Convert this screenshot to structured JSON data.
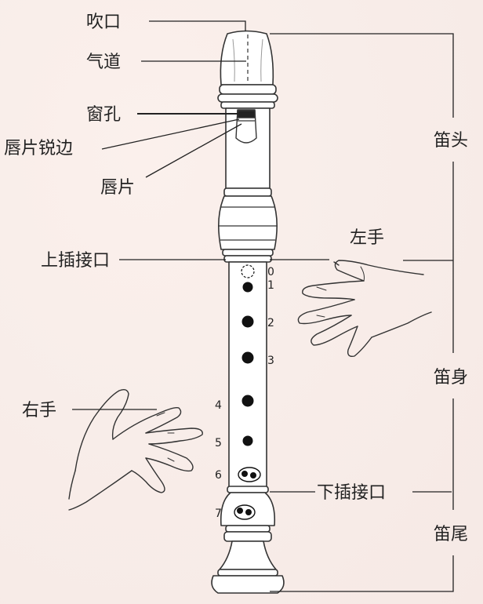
{
  "labels": {
    "mouthpiece": "吹口",
    "windway": "气道",
    "window": "窗孔",
    "labium_edge": "唇片锐边",
    "labium": "唇片",
    "upper_joint": "上插接口",
    "lower_joint": "下插接口",
    "left_hand": "左手",
    "right_hand": "右手",
    "head": "笛头",
    "body": "笛身",
    "foot": "笛尾"
  },
  "holes": [
    "0",
    "1",
    "2",
    "3",
    "4",
    "5",
    "6",
    "7"
  ]
}
